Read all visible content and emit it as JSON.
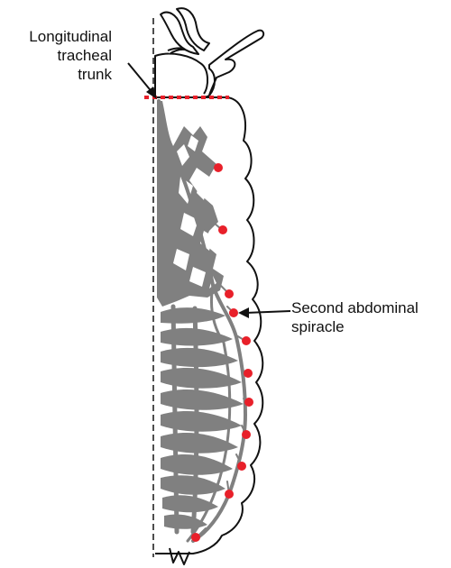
{
  "labels": {
    "trunk": [
      "Longitudinal",
      "tracheal",
      "trunk"
    ],
    "spiracle": [
      "Second abdominal",
      "spiracle"
    ]
  },
  "colors": {
    "outline": "#111111",
    "trachea": "#808080",
    "spiracle_dot": "#e8202a",
    "cut_line": "#e8202a",
    "midline": "#222222"
  }
}
